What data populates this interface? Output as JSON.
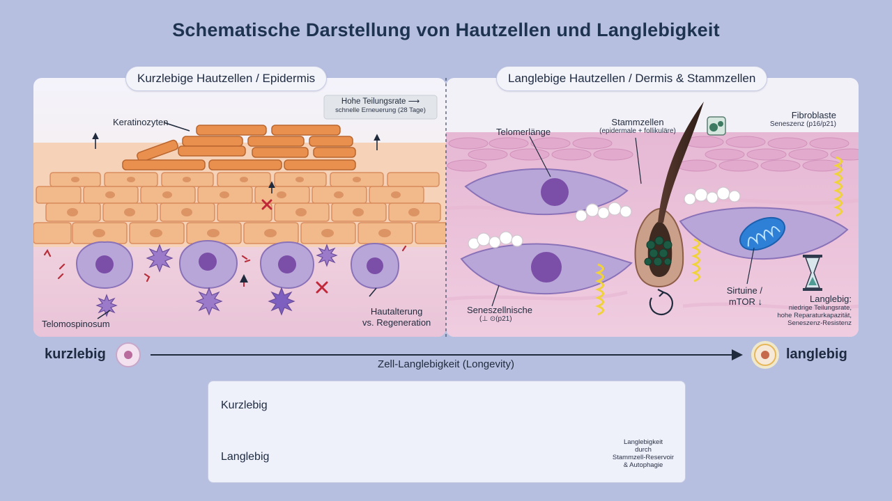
{
  "title": "Schematische Darstellung von Hautzellen und Langlebigkeit",
  "left_panel": {
    "heading": "Kurzlebige Hautzellen / Epidermis",
    "division_box_line1": "Hohe Teilungsrate",
    "division_box_line2": "schnelle Erneuerung (28 Tage)",
    "keratinocytes": "Keratinozyten",
    "stratum": "Telomospinosum",
    "aging_line1": "Hautalterung",
    "aging_line2": "vs. Regeneration"
  },
  "right_panel": {
    "heading": "Langlebige Hautzellen / Dermis & Stammzellen",
    "telomere": "Telomerlänge",
    "stem_cells": "Stammzellen",
    "stem_cells_sub": "(epidermale + follikuläre)",
    "fibroblast": "Fibroblaste",
    "senescence_marker": "Seneszenz (p16/p21)",
    "niche": "Seneszellnische",
    "niche_sub": "(⊥ ⊙(p21)",
    "sirtuins_line1": "Sirtuine /",
    "sirtuins_line2": "mTOR ↓",
    "longlived_title": "Langlebig:",
    "longlived_line1": "niedrige Teilungsrate,",
    "longlived_line2": "hohe Reparaturkapazität,",
    "longlived_line3": "Seneszenz-Resistenz"
  },
  "axis": {
    "left": "kurzlebig",
    "right": "langlebig",
    "caption": "Zell-Langlebigkeit (Longevity)"
  },
  "legend": {
    "row1": "Kurzlebig",
    "row2": "Langlebig",
    "note_line1": "Langlebigkeit",
    "note_line2": "durch",
    "note_line3": "Stammzell-Reservoir",
    "note_line4": "& Autophagie"
  },
  "icons": [
    "broken-telomere-icon",
    "dividing-cell-icon",
    "mitochondrion-icon",
    "scissors-icon",
    "clock-icon",
    "dna-icon",
    "hourglass-icon",
    "cycle-arrow-icon"
  ],
  "colors": {
    "background": "#b6bfe0",
    "epidermis_cell": "#f2b98a",
    "keratinocyte": "#e9904f",
    "dermis": "#ecc6dc",
    "cell_body": "#b9a6d8",
    "nucleus": "#7b4fa8",
    "collagen": "#f0d23c",
    "mitochondrion": "#2e7fd6",
    "stem_cell": "#1d5a44"
  }
}
